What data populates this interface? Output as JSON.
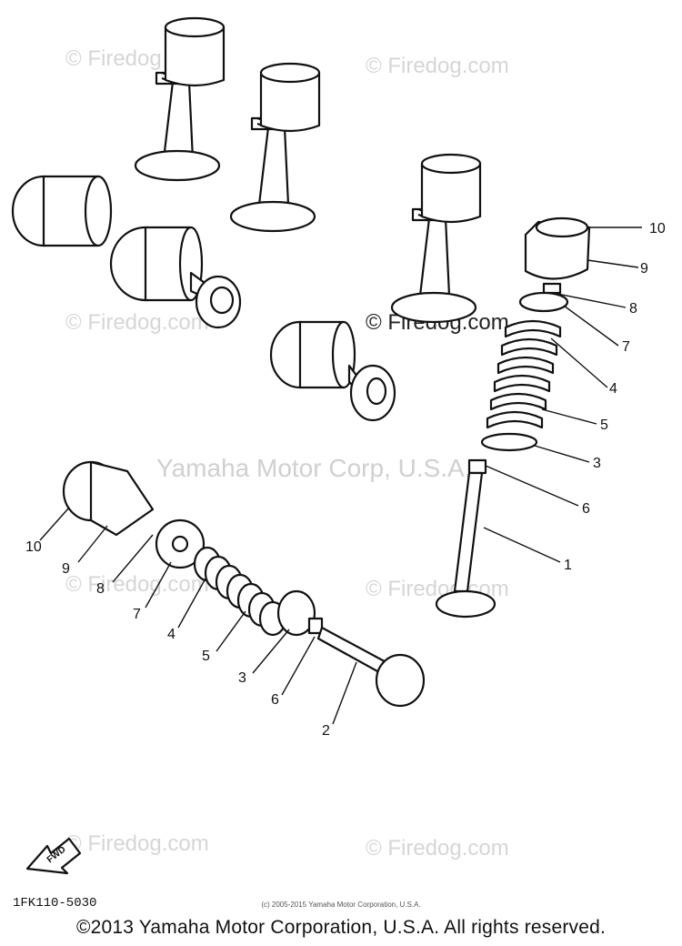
{
  "watermarks": {
    "firedog": "© Firedog.com",
    "firedog_small": "© Firedog",
    "firedog_mid": "© Firedog.com",
    "yamaha": "Yamaha Motor Corp, U.S.A."
  },
  "diagram": {
    "code": "1FK110-5030",
    "fwd_label": "FWD",
    "small_copyright": "(c) 2005-2015 Yamaha Motor Corporation, U.S.A.",
    "copyright": "©2013 Yamaha Motor Corporation, U.S.A. All rights reserved.",
    "callouts_right": [
      {
        "id": "right-10",
        "label": "10"
      },
      {
        "id": "right-9",
        "label": "9"
      },
      {
        "id": "right-8",
        "label": "8"
      },
      {
        "id": "right-7",
        "label": "7"
      },
      {
        "id": "right-4",
        "label": "4"
      },
      {
        "id": "right-5",
        "label": "5"
      },
      {
        "id": "right-3",
        "label": "3"
      },
      {
        "id": "right-6",
        "label": "6"
      },
      {
        "id": "right-1",
        "label": "1"
      }
    ],
    "callouts_left": [
      {
        "id": "left-10",
        "label": "10"
      },
      {
        "id": "left-9",
        "label": "9"
      },
      {
        "id": "left-8",
        "label": "8"
      },
      {
        "id": "left-7",
        "label": "7"
      },
      {
        "id": "left-4",
        "label": "4"
      },
      {
        "id": "left-5",
        "label": "5"
      },
      {
        "id": "left-3",
        "label": "3"
      },
      {
        "id": "left-6",
        "label": "6"
      },
      {
        "id": "left-2",
        "label": "2"
      }
    ]
  }
}
